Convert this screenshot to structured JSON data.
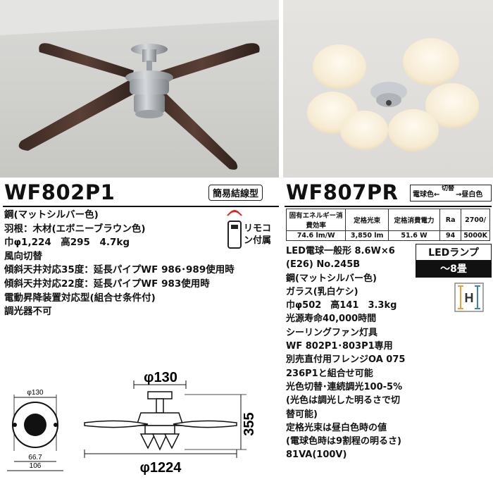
{
  "left": {
    "model": "WF802P1",
    "badge": "簡易結線型",
    "remote": "リモコン付属",
    "specs": [
      "鋼(マットシルバー色)",
      "羽根：木材(エボニーブラウン色)",
      "巾φ1,224　高295　4.7kg",
      "風向切替",
      "傾斜天井対応35度：延長パイプWF 986･989使用時",
      "傾斜天井対応22度：延長パイプWF 983使用時",
      "電動昇降装置対応型(組合せ条件付)",
      "調光器不可"
    ]
  },
  "right": {
    "model": "WF807PR",
    "color_switch": {
      "left": "電球色←",
      "mid": "切替",
      "right": "→昼白色"
    },
    "table": {
      "c1": "固有エネルギー消費効率",
      "c1v": "74.6 lm/W",
      "c2": "定格光束",
      "c2v": "3,850 lm",
      "c3": "定格消費電力",
      "c3v": "51.6 W",
      "c4": "Ra",
      "c4v": "94",
      "c5": "2700/",
      "c5v": "5000K"
    },
    "led_lamp": "LEDランプ",
    "room": "～8畳",
    "h_label": "H",
    "specs": [
      "LED電球一般形 8.6W×6",
      "(E26) No.245B",
      "鋼(マットシルバー色)",
      "ガラス(乳白ケシ)",
      "巾φ502　高141　3.3kg",
      "光源寿命40,000時間",
      "シーリングファン灯具",
      "WF 802P1･803P1専用",
      "別売直付用フレンジOA 075",
      "236P1と組合せ可能",
      "光色切替･連続調光100-5%",
      "(光色は調光した明るさで切",
      "替可能)",
      "定格光束は昼白色時の値",
      "(電球色時は9割程の明るさ)",
      "81VA(100V)"
    ]
  },
  "dims": {
    "top_small": "φ130",
    "small_667": "66.7",
    "small_106": "106",
    "phi130": "φ130",
    "h355": "355",
    "phi1224": "φ1224"
  }
}
